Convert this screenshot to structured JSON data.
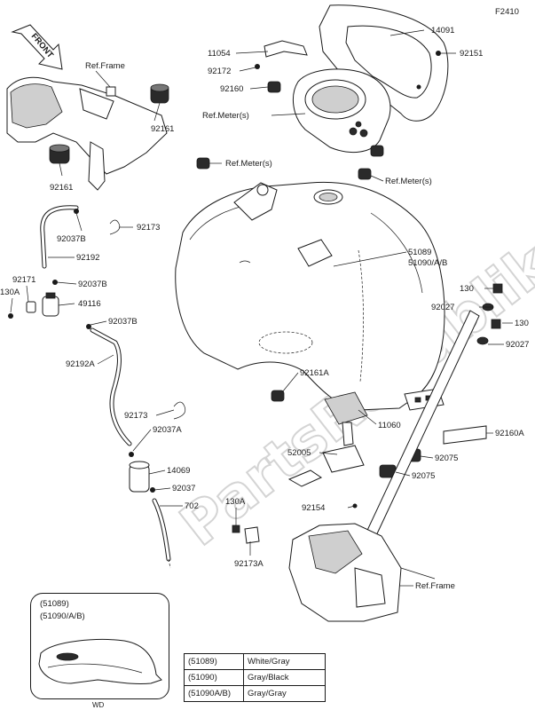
{
  "figure_code": "F2410",
  "direction_label": "FRONT",
  "watermark": "PartsRepublik",
  "callouts": {
    "p14091": "14091",
    "p11054": "11054",
    "p92172": "92172",
    "p92151": "92151",
    "p92160": "92160",
    "ref_frame_top": "Ref.Frame",
    "p92161_top": "92161",
    "ref_meter_1": "Ref.Meter(s)",
    "ref_meter_2": "Ref.Meter(s)",
    "ref_meter_3": "Ref.Meter(s)",
    "p92161_left": "92161",
    "p92037B_1": "92037B",
    "p92173_top": "92173",
    "p92192": "92192",
    "p51089": "51089",
    "p51090": "51090/A/B",
    "p92171": "92171",
    "p92037B_2": "92037B",
    "p130A_left": "130A",
    "p49116": "49116",
    "p92037B_3": "92037B",
    "p130_1": "130",
    "p92027_1": "92027",
    "p130_2": "130",
    "p92027_2": "92027",
    "p92192A": "92192A",
    "p92161A": "92161A",
    "p92173_mid": "92173",
    "p11060": "11060",
    "p92160A": "92160A",
    "p92037A": "92037A",
    "p52005": "52005",
    "p92075_1": "92075",
    "p14069": "14069",
    "p92075_2": "92075",
    "p92037": "92037",
    "p702": "702",
    "p92154": "92154",
    "p130A_bottom": "130A",
    "p92173A": "92173A",
    "ref_frame_bottom": "Ref.Frame"
  },
  "detail_box": {
    "line1": "(51089)",
    "line2": "(51090/A/B)",
    "caption": "WD"
  },
  "color_table": [
    {
      "code": "(51089)",
      "color": "White/Gray"
    },
    {
      "code": "(51090)",
      "color": "Gray/Black"
    },
    {
      "code": "(51090A/B)",
      "color": "Gray/Gray"
    }
  ]
}
